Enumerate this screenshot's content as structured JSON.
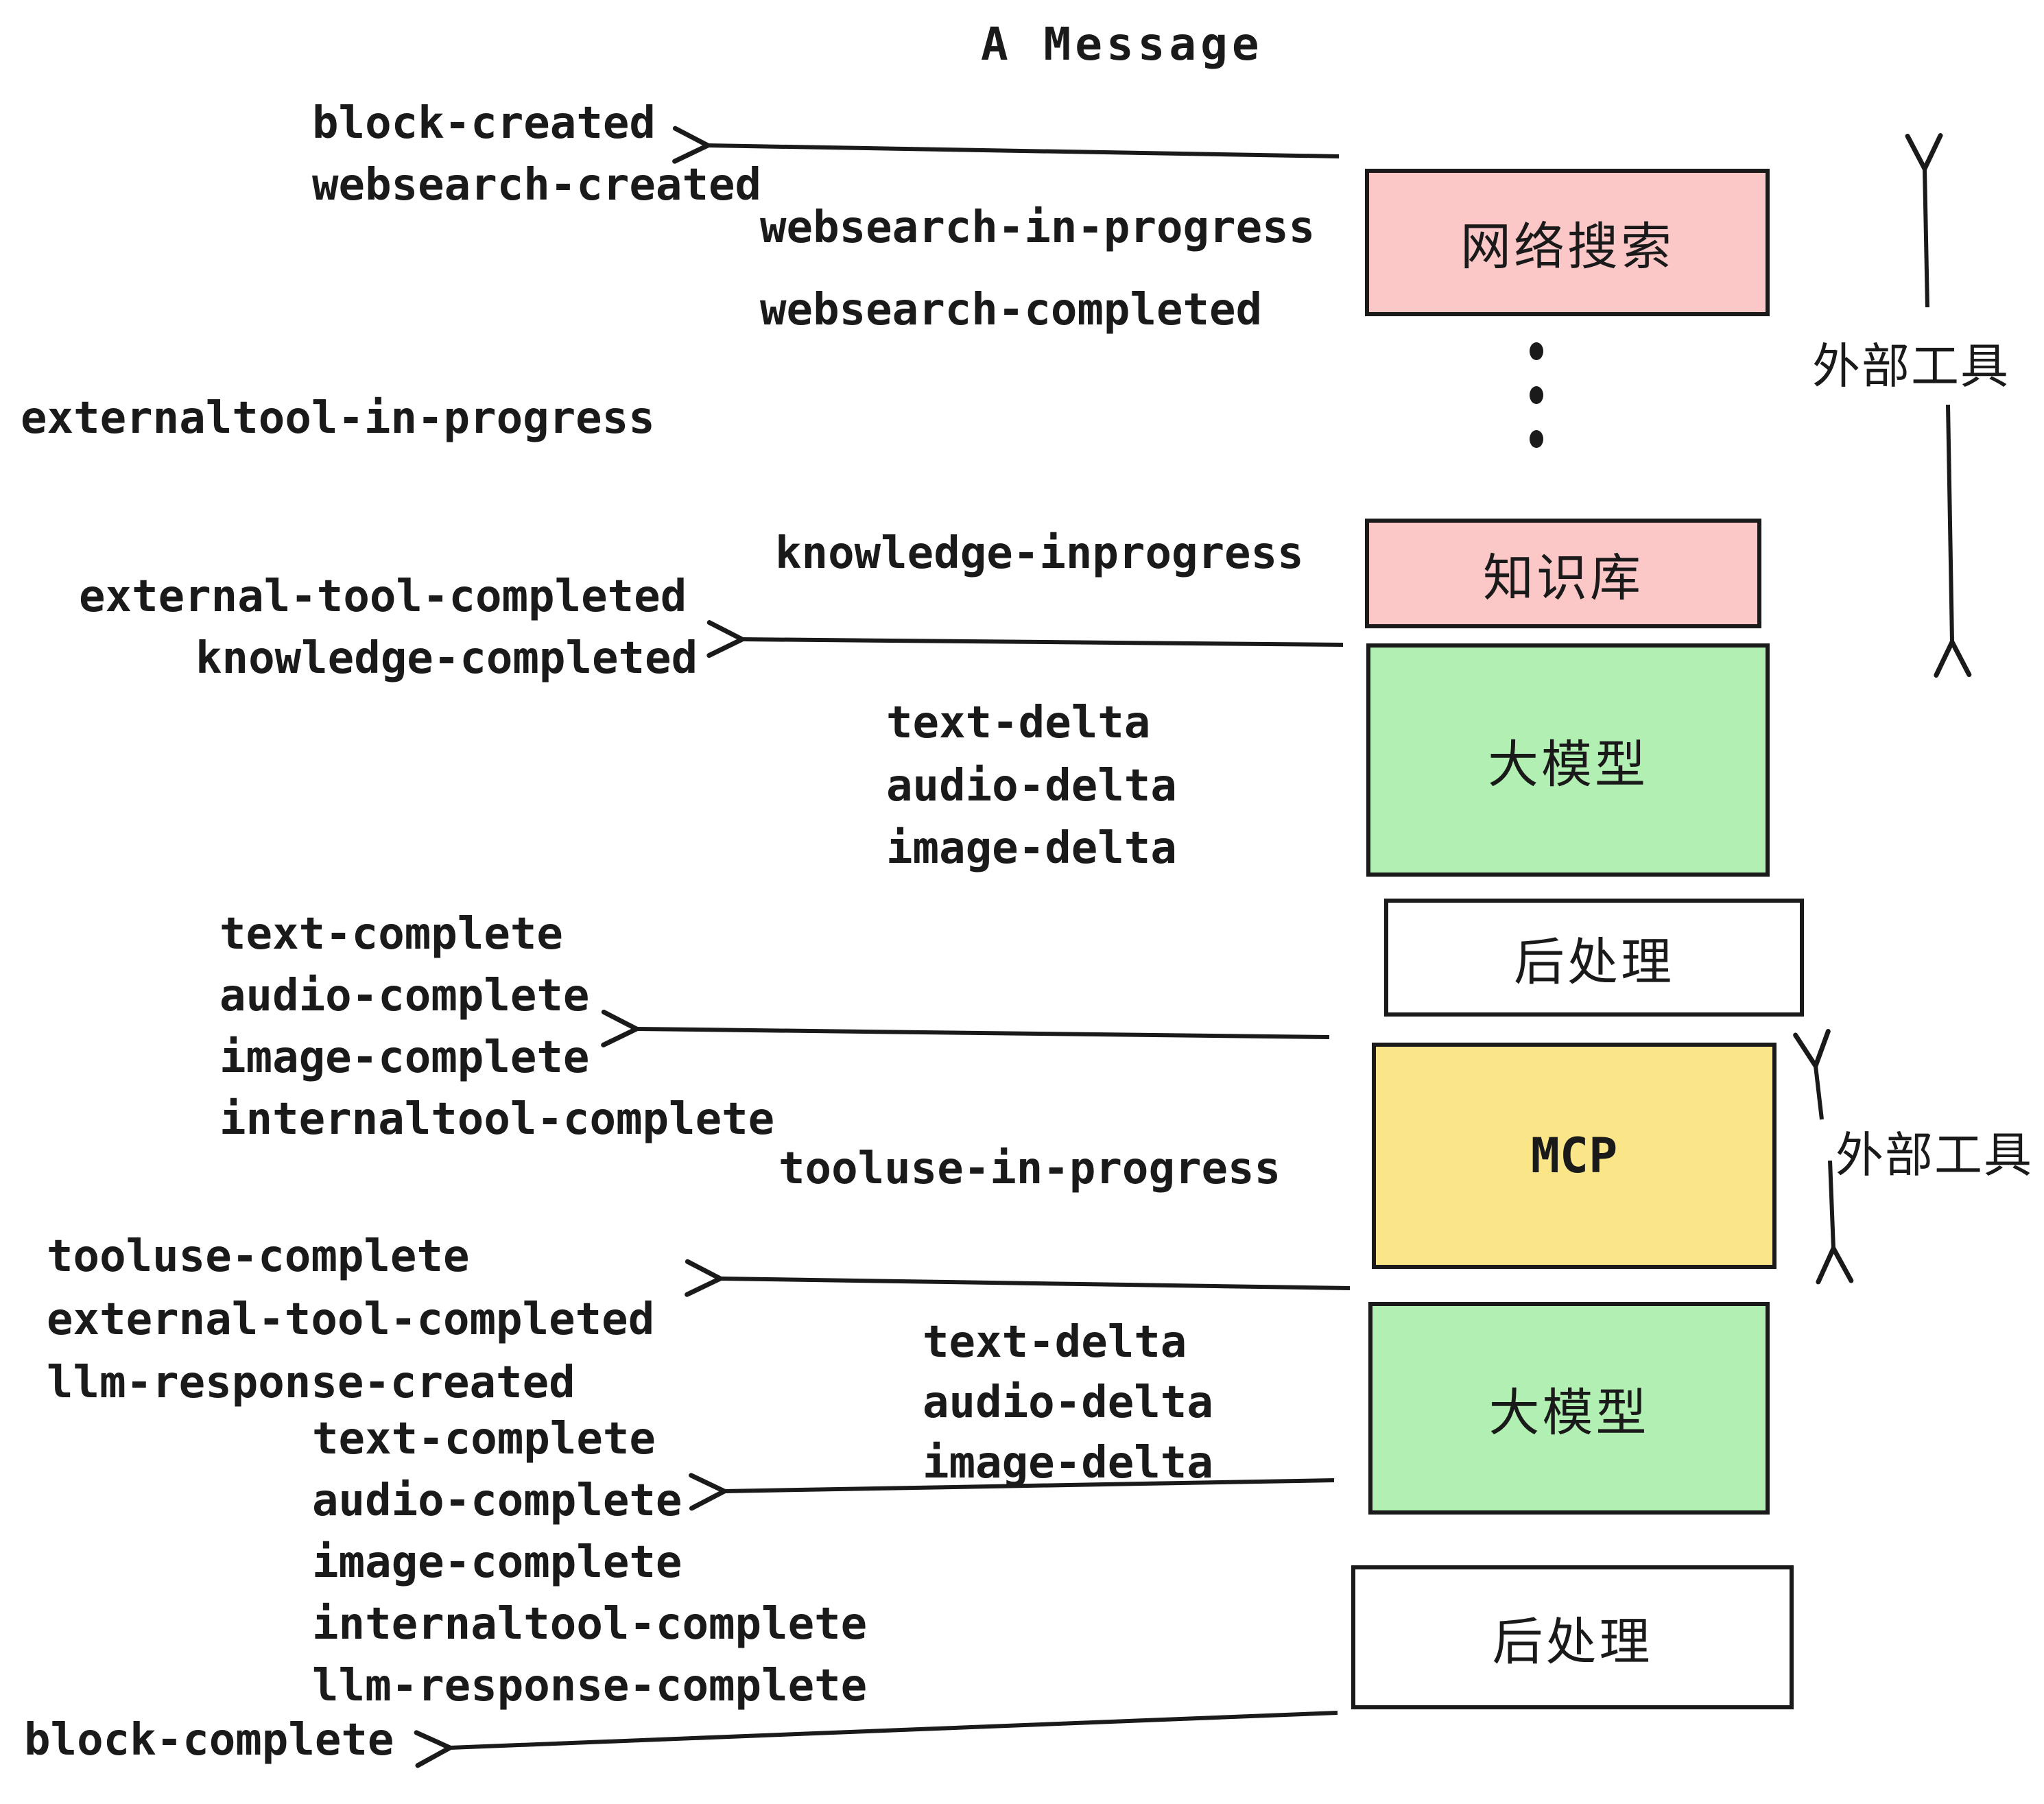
{
  "title": "A Message",
  "colors": {
    "box_pink": "#fbc7c7",
    "box_green": "#b2efb2",
    "box_yellow": "#fae588",
    "box_white": "#ffffff",
    "line": "#1a1a1a",
    "background": "#ffffff"
  },
  "boxes": {
    "websearch": {
      "label": "网络搜索"
    },
    "knowledge": {
      "label": "知识库"
    },
    "llm_top": {
      "label": "大模型"
    },
    "postprocess_top": {
      "label": "后处理"
    },
    "mcp": {
      "label": "MCP"
    },
    "llm_bottom": {
      "label": "大模型"
    },
    "postprocess_bottom": {
      "label": "后处理"
    }
  },
  "side_labels": {
    "external_tools_top": "外部工具",
    "external_tools_bottom": "外部工具"
  },
  "events": {
    "block_created": "block-created",
    "websearch_created": "websearch-created",
    "websearch_in_progress": "websearch-in-progress",
    "websearch_completed": "websearch-completed",
    "externaltool_in_progress": "externaltool-in-progress",
    "knowledge_inprogress": "knowledge-inprogress",
    "external_tool_completed_1": "external-tool-completed",
    "knowledge_completed": "knowledge-completed",
    "text_delta_1": "text-delta",
    "audio_delta_1": "audio-delta",
    "image_delta_1": "image-delta",
    "text_complete_1": "text-complete",
    "audio_complete_1": "audio-complete",
    "image_complete_1": "image-complete",
    "internaltool_complete_1": "internaltool-complete",
    "tooluse_in_progress": "tooluse-in-progress",
    "tooluse_complete": "tooluse-complete",
    "external_tool_completed_2": "external-tool-completed",
    "llm_response_created": "llm-response-created",
    "text_delta_2": "text-delta",
    "audio_delta_2": "audio-delta",
    "image_delta_2": "image-delta",
    "text_complete_2": "text-complete",
    "audio_complete_2": "audio-complete",
    "image_complete_2": "image-complete",
    "internaltool_complete_2": "internaltool-complete",
    "llm_response_complete": "llm-response-complete",
    "block_complete": "block-complete"
  }
}
